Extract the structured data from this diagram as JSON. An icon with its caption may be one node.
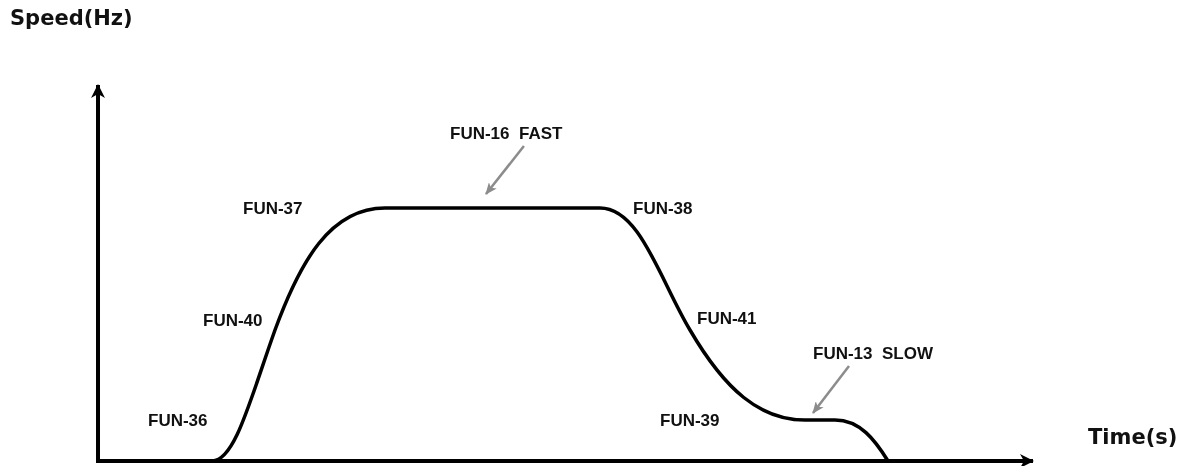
{
  "diagram": {
    "nodes": [
      {
        "text": [
          "FUN-16  FAST"
        ]
      },
      {
        "text": [
          "FUN-13  SLOW"
        ]
      }
    ],
    "edges": [
      {
        "from": 0,
        "to": null,
        "arrow": "to"
      },
      {
        "from": 1,
        "to": null,
        "arrow": "to"
      }
    ],
    "labels": [
      "Speed(Hz)",
      "FUN-37",
      "FUN-38",
      "FUN-40",
      "FUN-41",
      "FUN-36",
      "FUN-39",
      "Time(s)"
    ]
  }
}
